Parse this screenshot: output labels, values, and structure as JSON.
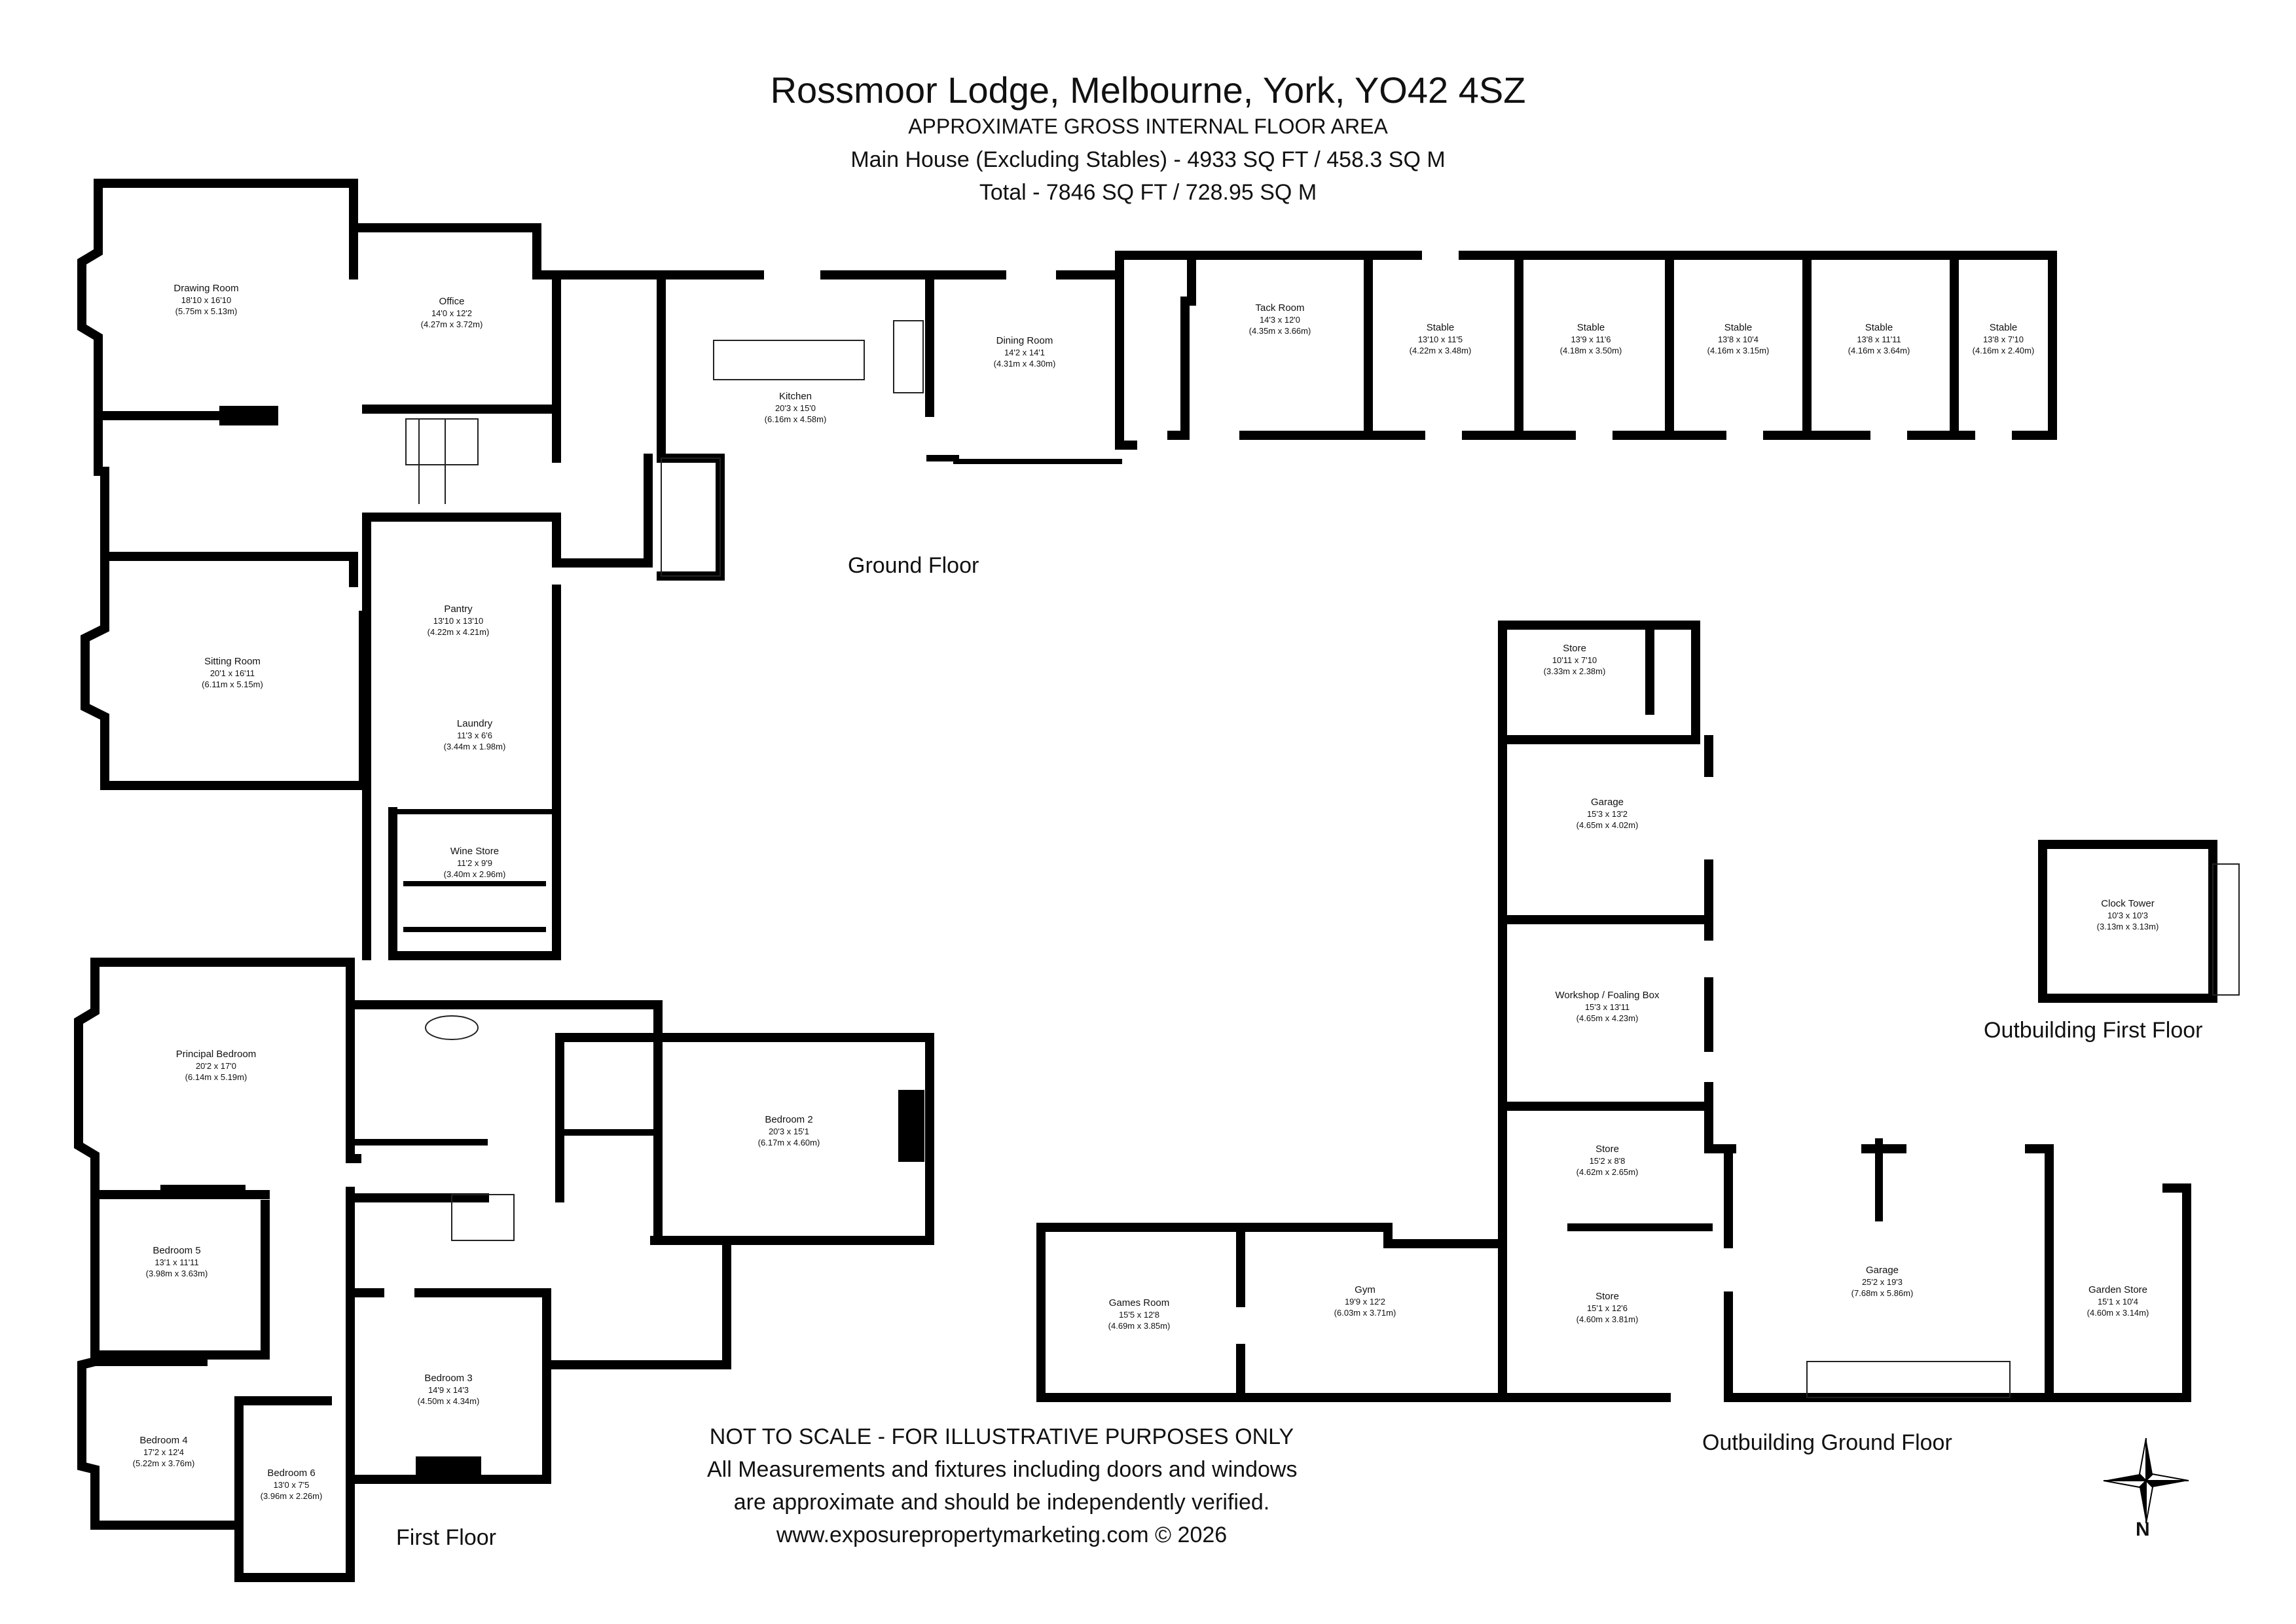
{
  "header": {
    "title": "Rossmoor Lodge, Melbourne, York, YO42 4SZ",
    "subtitle": "APPROXIMATE GROSS INTERNAL FLOOR AREA",
    "area_main": "Main House (Excluding Stables) - 4933 SQ FT / 458.3 SQ M",
    "area_total": "Total - 7846 SQ FT / 728.95 SQ M"
  },
  "floors": {
    "ground": "Ground Floor",
    "first": "First Floor",
    "outbuilding_ground": "Outbuilding Ground Floor",
    "outbuilding_first": "Outbuilding First Floor"
  },
  "rooms": {
    "drawing_room": {
      "name": "Drawing Room",
      "imperial": "18'10 x 16'10",
      "metric": "(5.75m x 5.13m)"
    },
    "office": {
      "name": "Office",
      "imperial": "14'0 x 12'2",
      "metric": "(4.27m x 3.72m)"
    },
    "kitchen": {
      "name": "Kitchen",
      "imperial": "20'3 x 15'0",
      "metric": "(6.16m x 4.58m)"
    },
    "dining_room": {
      "name": "Dining Room",
      "imperial": "14'2 x 14'1",
      "metric": "(4.31m x 4.30m)"
    },
    "tack_room": {
      "name": "Tack Room",
      "imperial": "14'3 x 12'0",
      "metric": "(4.35m x 3.66m)"
    },
    "stable_1": {
      "name": "Stable",
      "imperial": "13'10 x 11'5",
      "metric": "(4.22m x 3.48m)"
    },
    "stable_2": {
      "name": "Stable",
      "imperial": "13'9 x 11'6",
      "metric": "(4.18m x 3.50m)"
    },
    "stable_3": {
      "name": "Stable",
      "imperial": "13'8 x 10'4",
      "metric": "(4.16m x 3.15m)"
    },
    "stable_4": {
      "name": "Stable",
      "imperial": "13'8 x 11'11",
      "metric": "(4.16m x 3.64m)"
    },
    "stable_5": {
      "name": "Stable",
      "imperial": "13'8 x 7'10",
      "metric": "(4.16m x 2.40m)"
    },
    "sitting_room": {
      "name": "Sitting Room",
      "imperial": "20'1 x 16'11",
      "metric": "(6.11m x 5.15m)"
    },
    "pantry": {
      "name": "Pantry",
      "imperial": "13'10 x 13'10",
      "metric": "(4.22m x 4.21m)"
    },
    "laundry": {
      "name": "Laundry",
      "imperial": "11'3 x 6'6",
      "metric": "(3.44m x 1.98m)"
    },
    "wine_store": {
      "name": "Wine Store",
      "imperial": "11'2 x 9'9",
      "metric": "(3.40m x 2.96m)"
    },
    "principal_bedroom": {
      "name": "Principal Bedroom",
      "imperial": "20'2 x 17'0",
      "metric": "(6.14m x 5.19m)"
    },
    "bedroom_2": {
      "name": "Bedroom 2",
      "imperial": "20'3 x 15'1",
      "metric": "(6.17m x 4.60m)"
    },
    "bedroom_3": {
      "name": "Bedroom 3",
      "imperial": "14'9 x 14'3",
      "metric": "(4.50m x 4.34m)"
    },
    "bedroom_4": {
      "name": "Bedroom 4",
      "imperial": "17'2 x 12'4",
      "metric": "(5.22m x 3.76m)"
    },
    "bedroom_5": {
      "name": "Bedroom 5",
      "imperial": "13'1 x 11'11",
      "metric": "(3.98m x 3.63m)"
    },
    "bedroom_6": {
      "name": "Bedroom 6",
      "imperial": "13'0 x 7'5",
      "metric": "(3.96m x 2.26m)"
    },
    "store_1": {
      "name": "Store",
      "imperial": "10'11 x 7'10",
      "metric": "(3.33m x 2.38m)"
    },
    "garage_1": {
      "name": "Garage",
      "imperial": "15'3 x 13'2",
      "metric": "(4.65m x 4.02m)"
    },
    "workshop": {
      "name": "Workshop / Foaling Box",
      "imperial": "15'3 x 13'11",
      "metric": "(4.65m x 4.23m)"
    },
    "store_2": {
      "name": "Store",
      "imperial": "15'2 x 8'8",
      "metric": "(4.62m x 2.65m)"
    },
    "store_3": {
      "name": "Store",
      "imperial": "15'1 x 12'6",
      "metric": "(4.60m x 3.81m)"
    },
    "garage_2": {
      "name": "Garage",
      "imperial": "25'2 x 19'3",
      "metric": "(7.68m x 5.86m)"
    },
    "garden_store": {
      "name": "Garden Store",
      "imperial": "15'1 x 10'4",
      "metric": "(4.60m x 3.14m)"
    },
    "games_room": {
      "name": "Games Room",
      "imperial": "15'5 x 12'8",
      "metric": "(4.69m x 3.85m)"
    },
    "gym": {
      "name": "Gym",
      "imperial": "19'9 x 12'2",
      "metric": "(6.03m x 3.71m)"
    },
    "clock_tower": {
      "name": "Clock Tower",
      "imperial": "10'3 x 10'3",
      "metric": "(3.13m x 3.13m)"
    }
  },
  "disclaimer": {
    "line1": "NOT TO SCALE - FOR ILLUSTRATIVE PURPOSES ONLY",
    "line2": "All Measurements and fixtures including doors and windows",
    "line3": "are approximate and should be independently verified.",
    "line4": "www.exposurepropertymarketing.com © 2026"
  },
  "compass": {
    "north": "N"
  }
}
